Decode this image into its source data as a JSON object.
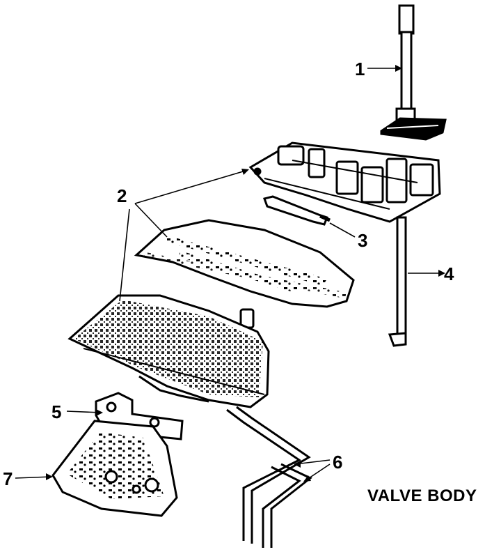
{
  "diagram": {
    "title": "VALVE BODY",
    "callouts": [
      "1",
      "2",
      "3",
      "4",
      "5",
      "6",
      "7"
    ],
    "colors": {
      "ink": "#000000",
      "paper": "#ffffff"
    }
  }
}
